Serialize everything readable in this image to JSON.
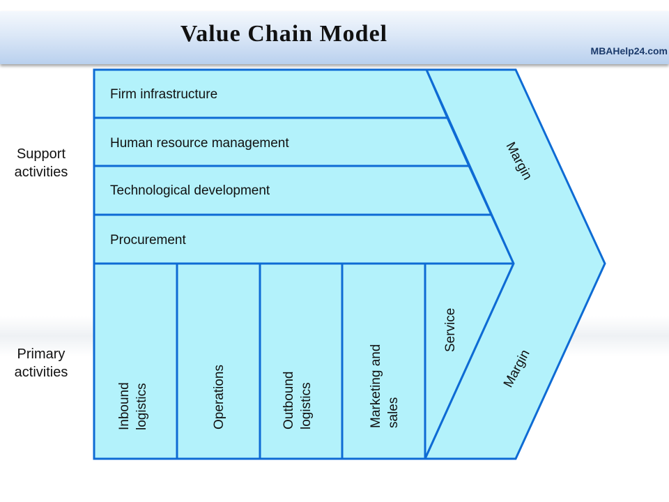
{
  "header": {
    "title": "Value Chain Model",
    "brand": "MBAHelp24.com"
  },
  "diagram": {
    "support_label": "Support\nactivities",
    "primary_label": "Primary\nactivities",
    "support_activities": [
      "Firm infrastructure",
      "Human resource management",
      "Technological development",
      "Procurement"
    ],
    "primary_activities": [
      [
        "Inbound",
        "logistics"
      ],
      [
        "Operations"
      ],
      [
        "Outbound",
        "logistics"
      ],
      [
        "Marketing and",
        "sales"
      ],
      [
        "Service"
      ]
    ],
    "margin_label": "Margin",
    "colors": {
      "fill": "#b3f2fb",
      "stroke": "#0e6bd4"
    }
  }
}
